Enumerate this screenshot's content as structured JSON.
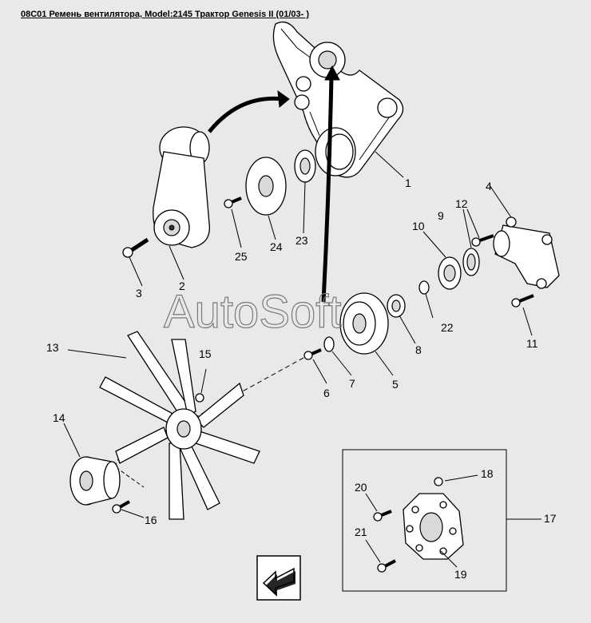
{
  "title": "08C01 Ремень вентилятора, Model:2145 Трактор Genesis II (01/03- )",
  "watermark": "AutoSoft",
  "callouts": [
    "1",
    "2",
    "3",
    "4",
    "5",
    "6",
    "7",
    "8",
    "9",
    "10",
    "11",
    "12",
    "13",
    "14",
    "15",
    "16",
    "17",
    "18",
    "19",
    "20",
    "21",
    "22",
    "23",
    "24",
    "25"
  ],
  "colors": {
    "background": "#e9e9e9",
    "line": "#000000",
    "watermark": "#7a7a7a"
  },
  "nav_icon": "arrow-back-icon"
}
